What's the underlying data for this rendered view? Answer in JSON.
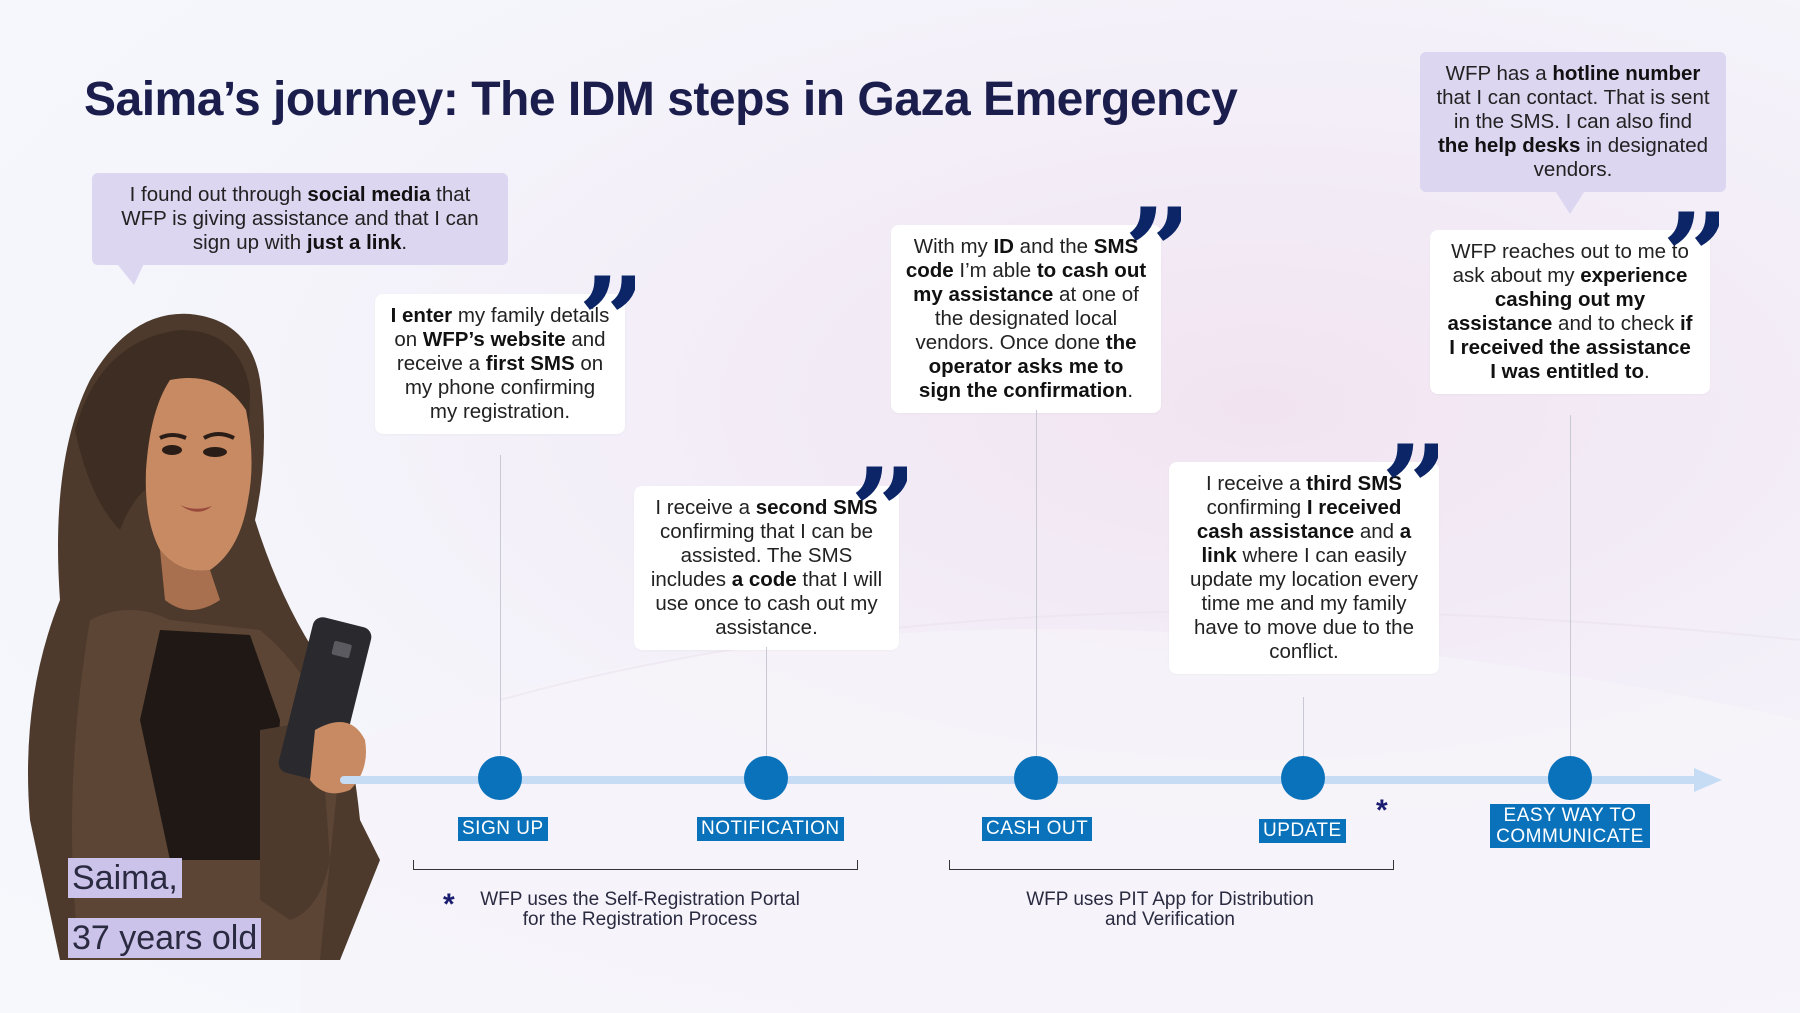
{
  "title": "Saima’s journey: The IDM steps in Gaza Emergency",
  "persona": {
    "name": "Saima,",
    "age": "37 years old"
  },
  "intro_bubble": {
    "parts": [
      "I found out through ",
      "social media",
      " that WFP is giving assistance and that I can sign up with ",
      "just a link",
      "."
    ]
  },
  "hotline_bubble": {
    "parts": [
      "WFP has a ",
      "hotline number",
      " that I can contact. That is sent in the SMS. I can also find ",
      "the help desks",
      " in designated vendors."
    ]
  },
  "quotes": {
    "signup": [
      "",
      "I enter",
      " my family details on ",
      "WFP’s website",
      " and receive a ",
      "first SMS",
      " on my phone confirming my registration."
    ],
    "notification": [
      "I receive a ",
      "second SMS",
      " confirming that I can be assisted. The SMS includes ",
      "a code",
      " that I will use once to cash out my assistance."
    ],
    "cashout": [
      "With my ",
      "ID",
      " and the ",
      "SMS code",
      " I’m able ",
      "to cash out my assistance",
      " at one of the designated local vendors. Once done ",
      "the operator asks me to sign the confirmation",
      "."
    ],
    "update": [
      "I receive a ",
      "third SMS",
      " confirming ",
      "I received cash assistance",
      " and ",
      "a link",
      " where I can easily update my location every time me and my family have to move due to the conflict."
    ],
    "communicate": [
      "WFP reaches out to me to ask about my ",
      "experience cashing out my assistance",
      " and to check ",
      "if I received the assistance I was entitled to",
      "."
    ]
  },
  "steps": [
    "SIGN UP",
    "NOTIFICATION",
    "CASH OUT",
    "UPDATE",
    "EASY WAY TO COMMUNICATE"
  ],
  "notes": {
    "star": "*",
    "registration": "WFP uses the Self-Registration Portal for the Registration Process",
    "distribution": "WFP uses PIT App for Distribution and Verification"
  },
  "quote_mark": "”",
  "colors": {
    "accent": "#0a72bb",
    "title": "#1b1d4d",
    "lavender": "#dcd6f1",
    "quote": "#0b2567"
  }
}
